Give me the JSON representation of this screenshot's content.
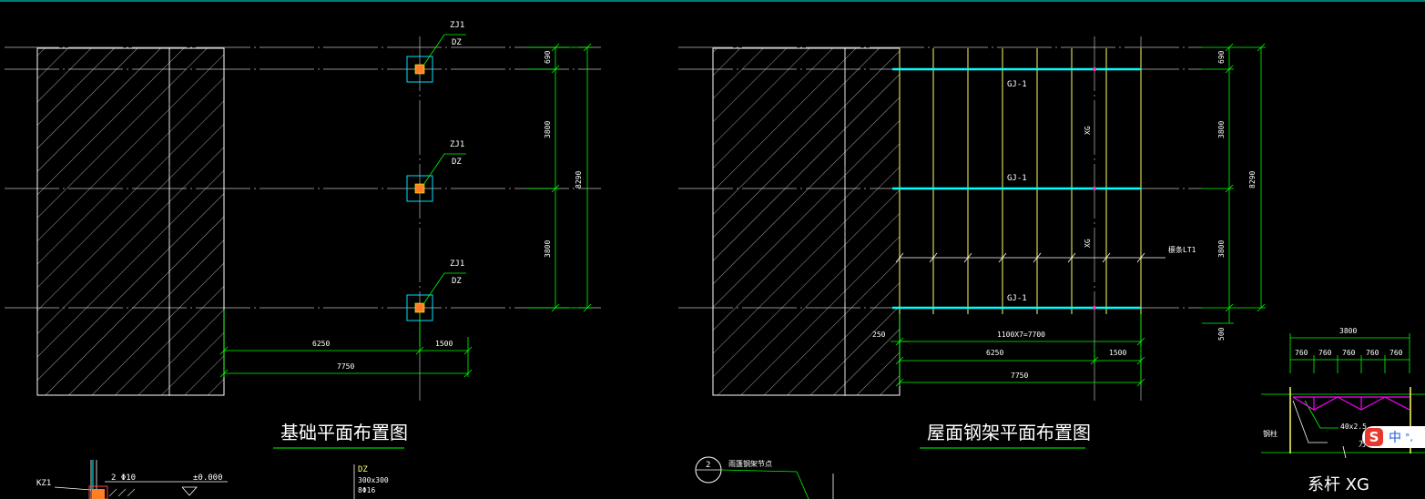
{
  "left_plan": {
    "title": "基础平面布置图",
    "column_tags": [
      {
        "code": "ZJ1",
        "type": "DZ"
      },
      {
        "code": "ZJ1",
        "type": "DZ"
      },
      {
        "code": "ZJ1",
        "type": "DZ"
      }
    ],
    "dims_vertical": [
      "690",
      "3800",
      "3800",
      "8290"
    ],
    "dims_horizontal": [
      "6250",
      "1500",
      "7750"
    ]
  },
  "right_plan": {
    "title": "屋面钢架平面布置图",
    "frame_labels": [
      "GJ-1",
      "GJ-1",
      "GJ-1"
    ],
    "tie_labels": [
      "XG",
      "XG"
    ],
    "purlin_label": "檩条LT1",
    "dims_vertical": [
      "690",
      "3800",
      "3800",
      "8290",
      "500"
    ],
    "dims_horizontal": [
      "1100X7=7700",
      "250",
      "6250",
      "1500",
      "7750"
    ]
  },
  "tie_detail": {
    "title": "系杆  XG",
    "total": "3800",
    "segments": [
      "760",
      "760",
      "760",
      "760",
      "760"
    ],
    "section_label": "40x2.5",
    "column_label": "钢柱",
    "partial_label": "方"
  },
  "bottom_left": {
    "column": "KZ1",
    "rebar": "2 Φ10",
    "level": "±0.000",
    "dz": {
      "name": "DZ",
      "size": "300x300",
      "bars": "8Φ16"
    }
  },
  "bottom_mid": {
    "node_symbol": "2",
    "node_label": "雨篷钢架节点"
  },
  "ime": {
    "logo": "S",
    "lang": "中",
    "extra": "°,"
  },
  "colors": {
    "background": "#000000",
    "white": "#ffffff",
    "dim": "#00ff00",
    "steel": "#ffff66",
    "frame": "#00ffff",
    "pier": "#ff7f27",
    "truss": "#ff00ff",
    "axis": "#c8c8c8"
  }
}
